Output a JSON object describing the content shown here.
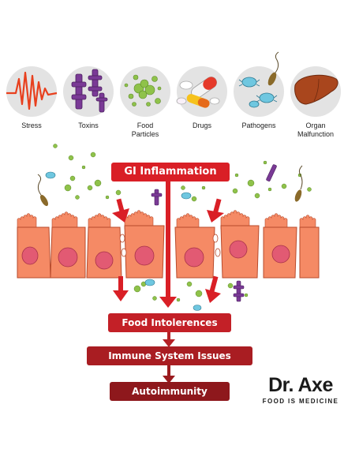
{
  "causes": [
    {
      "label": "Stress",
      "icon": "stress-zigzag-icon"
    },
    {
      "label": "Toxins",
      "icon": "toxins-molecule-icon"
    },
    {
      "label": "Food\nParticles",
      "icon": "food-particles-icon"
    },
    {
      "label": "Drugs",
      "icon": "pills-icon"
    },
    {
      "label": "Pathogens",
      "icon": "bacteria-icon"
    },
    {
      "label": "Organ\nMalfunction",
      "icon": "liver-icon"
    }
  ],
  "flow": {
    "step1": "GI Inflammation",
    "step2": "Food Intolerences",
    "step3": "Immune System Issues",
    "step4": "Autoimmunity"
  },
  "brand": {
    "name": "Dr. Axe",
    "tagline": "FOOD IS MEDICINE"
  },
  "colors": {
    "red": "#d91f26",
    "dark_red": "#9b1b1f",
    "cell": "#f58a65",
    "nucleus": "#e25a73",
    "icon_bg": "#e3e3e3"
  }
}
